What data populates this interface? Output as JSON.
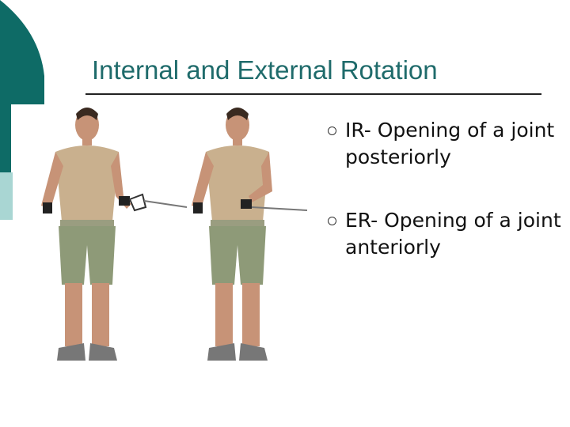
{
  "slide": {
    "title": "Internal and External Rotation",
    "bullets": [
      {
        "text": "IR- Opening of a joint posteriorly"
      },
      {
        "text": "ER- Opening of a joint anteriorly"
      }
    ]
  },
  "colors": {
    "accent_teal": "#0e6b66",
    "accent_light": "#a9d6d3",
    "title_text": "#1f6b6b"
  },
  "figure": {
    "icon": "cable-rotation-exercise-illustration"
  }
}
